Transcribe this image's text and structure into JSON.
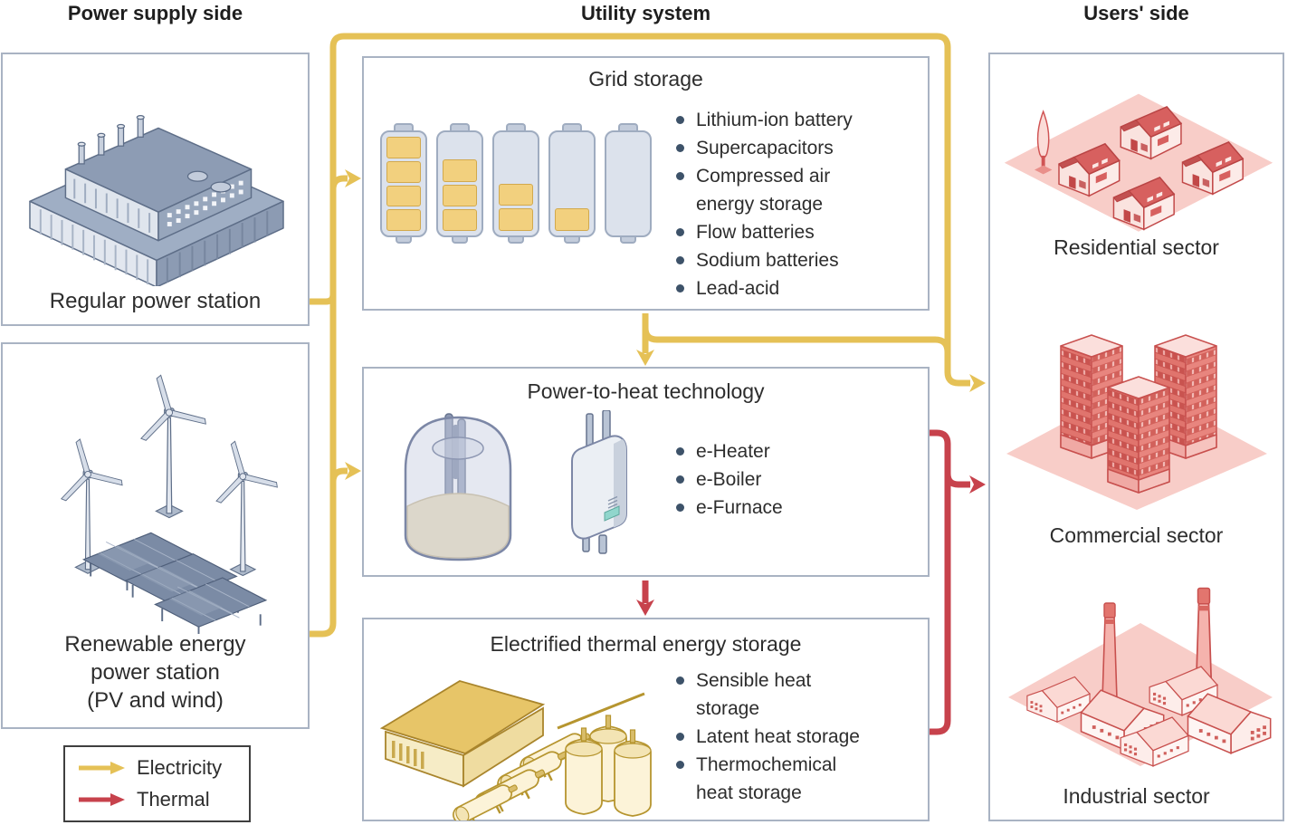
{
  "palette": {
    "electricity": "#E5C156",
    "thermal": "#C7424C",
    "box_border": "#A9B3C3",
    "legend_border": "#3F3F3F",
    "text": "#2D2D2D",
    "bullet_dot": "#3D5269",
    "battery_body": "#DCE2EC",
    "battery_border": "#9FACC0",
    "battery_cell": "#F2D07E",
    "battery_cell_border": "#D2A94D"
  },
  "headers": {
    "power_supply": "Power supply side",
    "utility": "Utility system",
    "users": "Users' side"
  },
  "power_supply": {
    "regular_station": {
      "label": "Regular power station",
      "icon": "power-plant-icon"
    },
    "renewable_station": {
      "label": "Renewable energy\npower station\n(PV and wind)",
      "icon": "wind-turbines-solar-panels-icon"
    }
  },
  "utility": {
    "grid_storage": {
      "title": "Grid storage",
      "icon": "battery-bank-icon",
      "battery_levels": [
        4,
        3,
        2,
        1,
        0
      ],
      "items": [
        "Lithium-ion battery",
        "Supercapacitors",
        "Compressed air\nenergy storage",
        "Flow batteries",
        "Sodium batteries",
        "Lead-acid"
      ]
    },
    "power_to_heat": {
      "title": "Power-to-heat technology",
      "icons": [
        "immersion-heater-tank-icon",
        "electric-boiler-icon"
      ],
      "items": [
        "e-Heater",
        "e-Boiler",
        "e-Furnace"
      ]
    },
    "electrified_tes": {
      "title": "Electrified thermal energy storage",
      "icon": "thermal-storage-plant-icon",
      "items": [
        "Sensible heat\nstorage",
        "Latent heat storage",
        "Thermochemical\nheat storage"
      ]
    }
  },
  "users": {
    "sectors": [
      {
        "label": "Residential sector",
        "icon": "houses-icon"
      },
      {
        "label": "Commercial sector",
        "icon": "office-towers-icon"
      },
      {
        "label": "Industrial sector",
        "icon": "factories-icon"
      }
    ]
  },
  "legend": {
    "items": [
      {
        "label": "Electricity",
        "type": "electricity"
      },
      {
        "label": "Thermal",
        "type": "thermal"
      }
    ]
  }
}
